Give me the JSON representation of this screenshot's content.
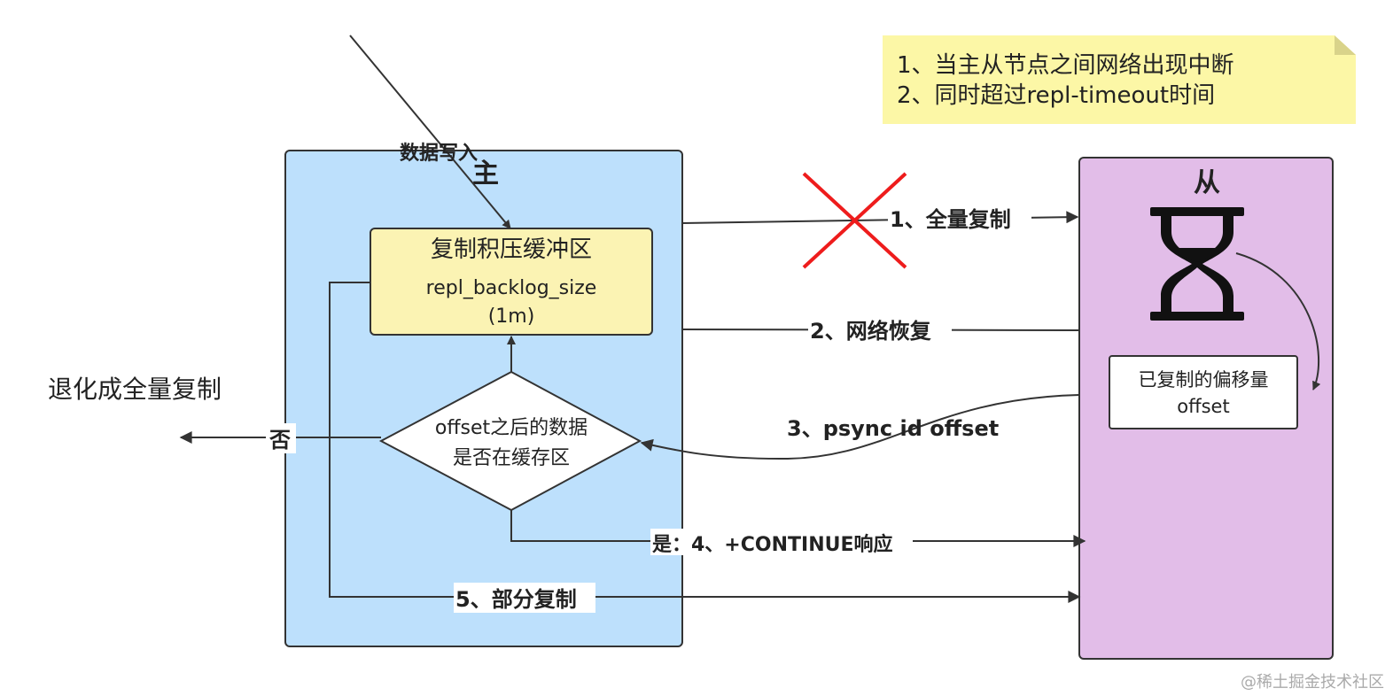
{
  "note": {
    "line1": "1、当主从节点之间网络出现中断",
    "line2": "2、同时超过repl-timeout时间",
    "fill": "#fcf7a6"
  },
  "master": {
    "title": "主",
    "fill": "#bde0fc"
  },
  "slave": {
    "title": "从",
    "fill": "#e2bde8"
  },
  "backlog": {
    "title": "复制积压缓冲区",
    "line1": "repl_backlog_size",
    "line2": "(1m)",
    "fill": "#fbf3b3"
  },
  "decision": {
    "line1": "offset之后的数据",
    "line2": "是否在缓存区"
  },
  "offset_box": {
    "line1": "已复制的偏移量",
    "line2": "offset"
  },
  "edges": {
    "write": "数据写入",
    "full_sync": "1、全量复制",
    "network_restore": "2、网络恢复",
    "psync": "3、psync id offset",
    "continue": "是：4、+CONTINUE响应",
    "partial": "5、部分复制",
    "no": "否",
    "degrade": "退化成全量复制"
  },
  "icons": {
    "cross": "red-cross-icon",
    "hourglass": "hourglass-icon"
  },
  "colors": {
    "cross": "#ee1c1c"
  },
  "watermark": "@稀土掘金技术社区"
}
